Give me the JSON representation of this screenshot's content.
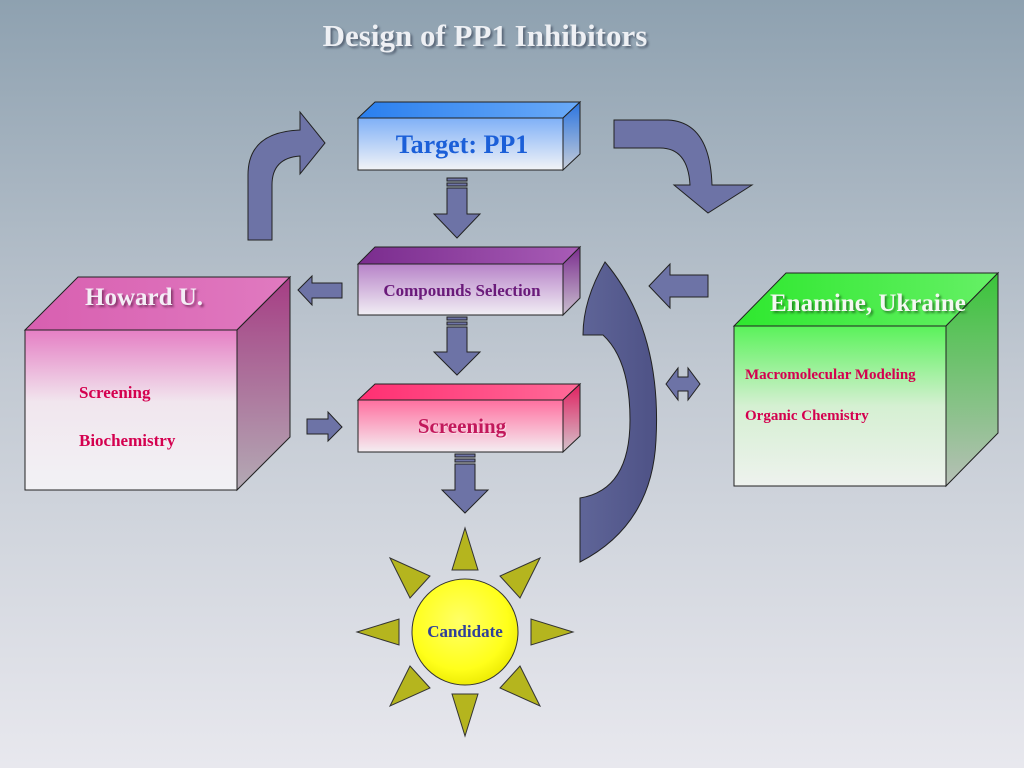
{
  "title": "Design of PP1 Inhibitors",
  "boxes": {
    "target": "Target:  PP1",
    "compounds_selection": "Compounds Selection",
    "screening": "Screening"
  },
  "howard": {
    "name": "Howard U.",
    "items": [
      "Screening",
      "Biochemistry"
    ]
  },
  "enamine": {
    "name": "Enamine, Ukraine",
    "items": [
      "Macromolecular Modeling",
      "Organic Chemistry"
    ]
  },
  "candidate": "Candidate",
  "colors": {
    "arrow": "#6d73a6",
    "target_top": "#3f8ff0",
    "compounds_top": "#8a3a9a",
    "screening_top": "#ff3f7f",
    "howard_box": "#d866b4",
    "enamine_box": "#3fe03f",
    "sun": "#ffff1a",
    "sun_rays": "#b5b51e"
  }
}
